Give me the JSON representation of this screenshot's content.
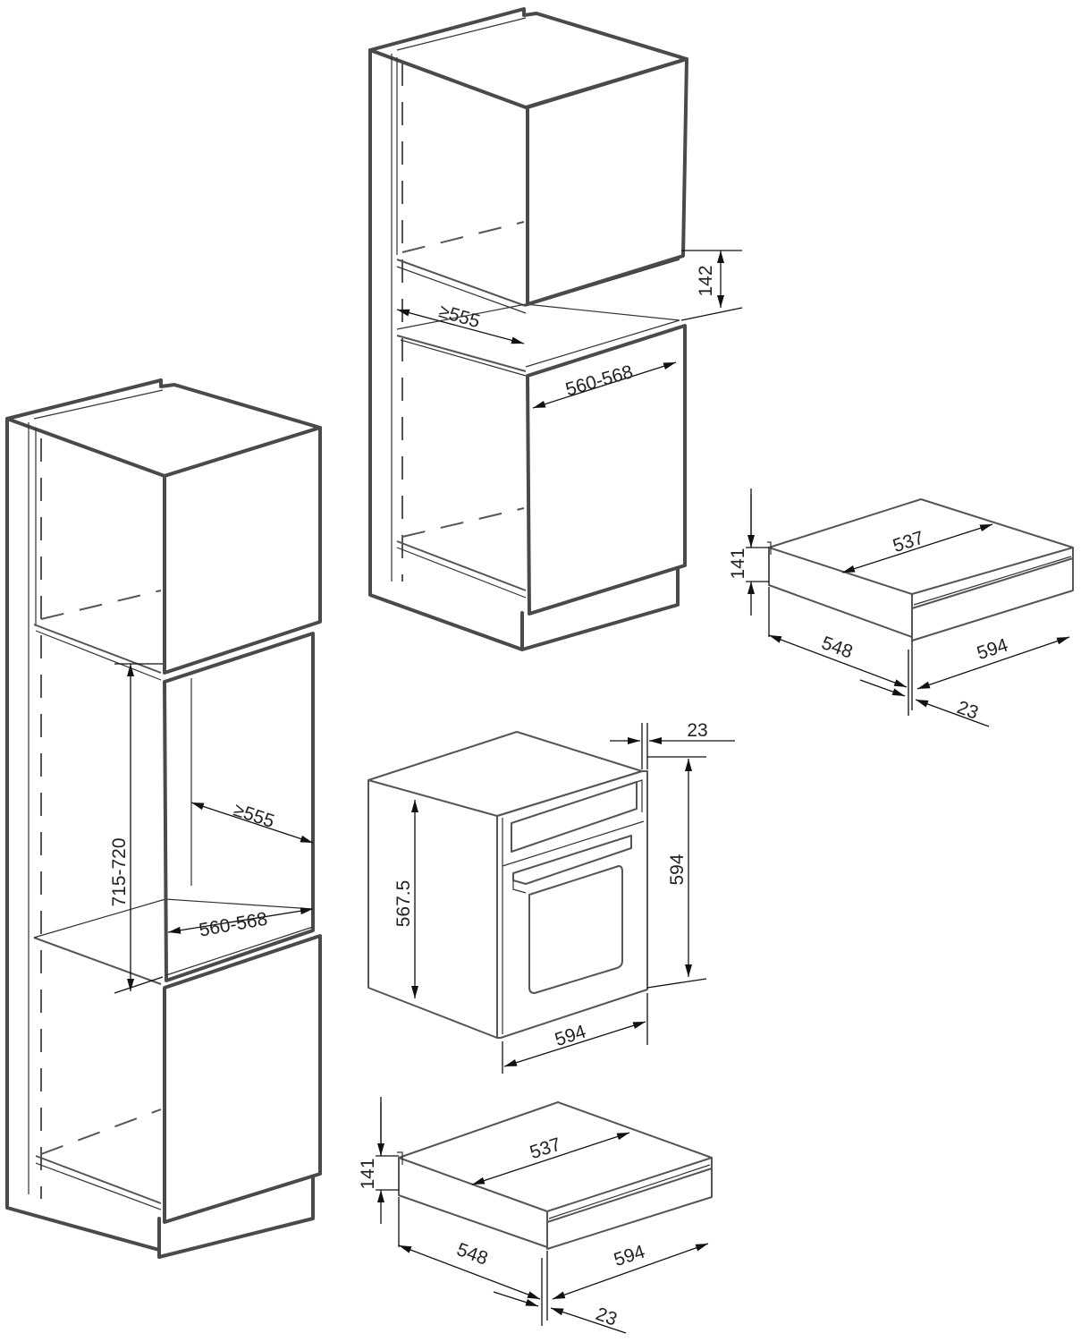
{
  "diagram": {
    "column_left": {
      "niche_height": "715-720",
      "niche_depth": "≥555",
      "niche_width": "560-568"
    },
    "column_top": {
      "gap_height": "142",
      "niche_depth": "≥555",
      "niche_width": "560-568"
    },
    "oven": {
      "door_thickness": "23",
      "overall_height": "594",
      "body_height": "567.5",
      "width": "594"
    },
    "drawer_right": {
      "height": "141",
      "inner_depth": "537",
      "depth": "548",
      "width": "594",
      "front_thickness": "23"
    },
    "drawer_bottom": {
      "height": "141",
      "inner_depth": "537",
      "depth": "548",
      "width": "594",
      "front_thickness": "23"
    }
  }
}
